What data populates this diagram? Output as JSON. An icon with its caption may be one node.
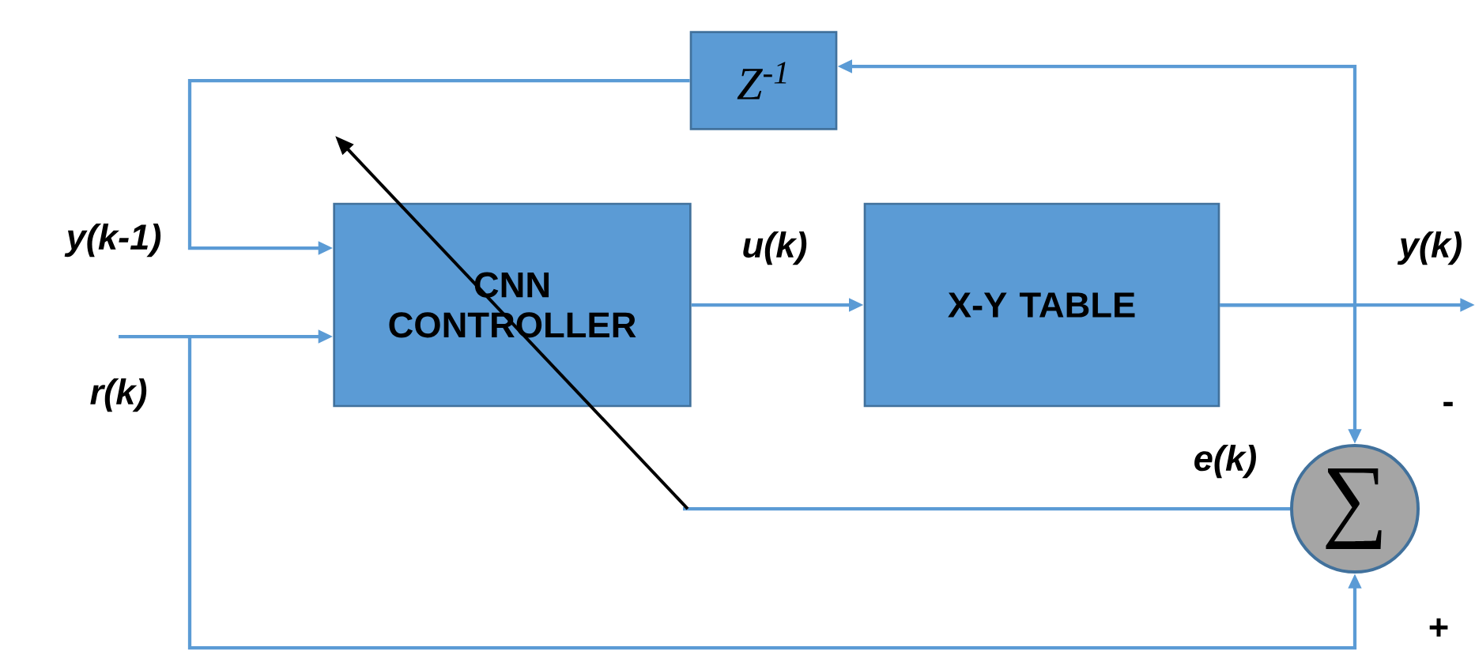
{
  "diagram": {
    "nodes": [
      {
        "text": [
          "Z$^{-1}$"
        ]
      },
      {
        "text": [
          "CNN CONTROLLER"
        ]
      },
      {
        "text": [
          "X-Y TABLE"
        ]
      },
      {
        "text": [
          "∑"
        ]
      }
    ],
    "edges": [
      {
        "from": 0,
        "to": 1,
        "arrow": "to",
        "label": "y(k-1)"
      },
      {
        "from": null,
        "to": 1,
        "arrow": "to",
        "label": "r(k)"
      },
      {
        "from": 1,
        "to": 2,
        "arrow": "to",
        "label": "u(k)"
      },
      {
        "from": 2,
        "to": null,
        "arrow": "to",
        "label": "y(k)"
      },
      {
        "from": 2,
        "to": 3,
        "arrow": "to"
      },
      {
        "from": 2,
        "to": 0,
        "arrow": "to"
      },
      {
        "from": null,
        "to": 3,
        "arrow": "to"
      },
      {
        "from": 3,
        "to": null,
        "arrow": "none",
        "label": "e(k)"
      }
    ],
    "labels": [
      "-",
      "+"
    ]
  }
}
